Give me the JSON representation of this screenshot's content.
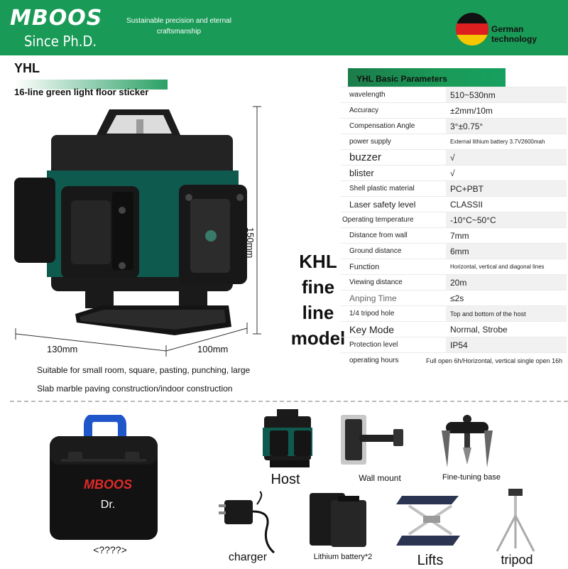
{
  "header": {
    "brand": "MBOOS",
    "since": "Since Ph.D.",
    "slogan": "Sustainable precision and eternal craftsmanship",
    "german": "German technology"
  },
  "product": {
    "model": "YHL",
    "subtitle": "16-line green light floor sticker",
    "height": "150mm",
    "width": "130mm",
    "depth": "100mm",
    "desc_line1": "Suitable for small room, square, pasting, punching, large",
    "desc_line2": "Slab marble paving construction/indoor construction",
    "side_model": "KHL fine line model"
  },
  "params": {
    "title": "YHL Basic Parameters",
    "rows": [
      {
        "label": "wavelength",
        "value": "510~530nm"
      },
      {
        "label": "Accuracy",
        "value": "±2mm/10m"
      },
      {
        "label": "Compensation Angle",
        "value": "3°±0.75°"
      },
      {
        "label": "power supply",
        "value": "External lithium battery 3.7V2600mah"
      },
      {
        "label": "buzzer",
        "value": "√"
      },
      {
        "label": "blister",
        "value": "√"
      },
      {
        "label": "Shell plastic material",
        "value": "PC+PBT"
      },
      {
        "label": "Laser safety level",
        "value": "CLASSII"
      },
      {
        "label": "Operating temperature",
        "value": "-10°C~50°C"
      },
      {
        "label": "Distance from wall",
        "value": "7mm"
      },
      {
        "label": "Ground distance",
        "value": "6mm"
      },
      {
        "label": "Function",
        "value": "Horizontal, vertical and diagonal lines"
      },
      {
        "label": "Viewing distance",
        "value": "20m"
      },
      {
        "label": "Anping Time",
        "value": "≤2s"
      },
      {
        "label": "1/4 tripod hole",
        "value": "Top and bottom of the host"
      },
      {
        "label": "Key Mode",
        "value": "Normal, Strobe"
      },
      {
        "label": "Protection level",
        "value": "IP54"
      },
      {
        "label": "operating hours",
        "value": "Full open 6h/Horizontal, vertical single open 16h"
      }
    ]
  },
  "accessories": {
    "case_brand": "MBOOS",
    "case_model": "Dr.",
    "case_label": "<????>",
    "host": "Host",
    "wall_mount": "Wall mount",
    "base": "Fine-tuning base",
    "charger": "charger",
    "battery": "Lithium battery*2",
    "lifts": "Lifts",
    "tripod": "tripod"
  },
  "colors": {
    "brand_green": "#1a9a57",
    "laser_teal": "#0e5a4e",
    "case_blue": "#1f56c9",
    "case_red": "#e02a2a"
  }
}
